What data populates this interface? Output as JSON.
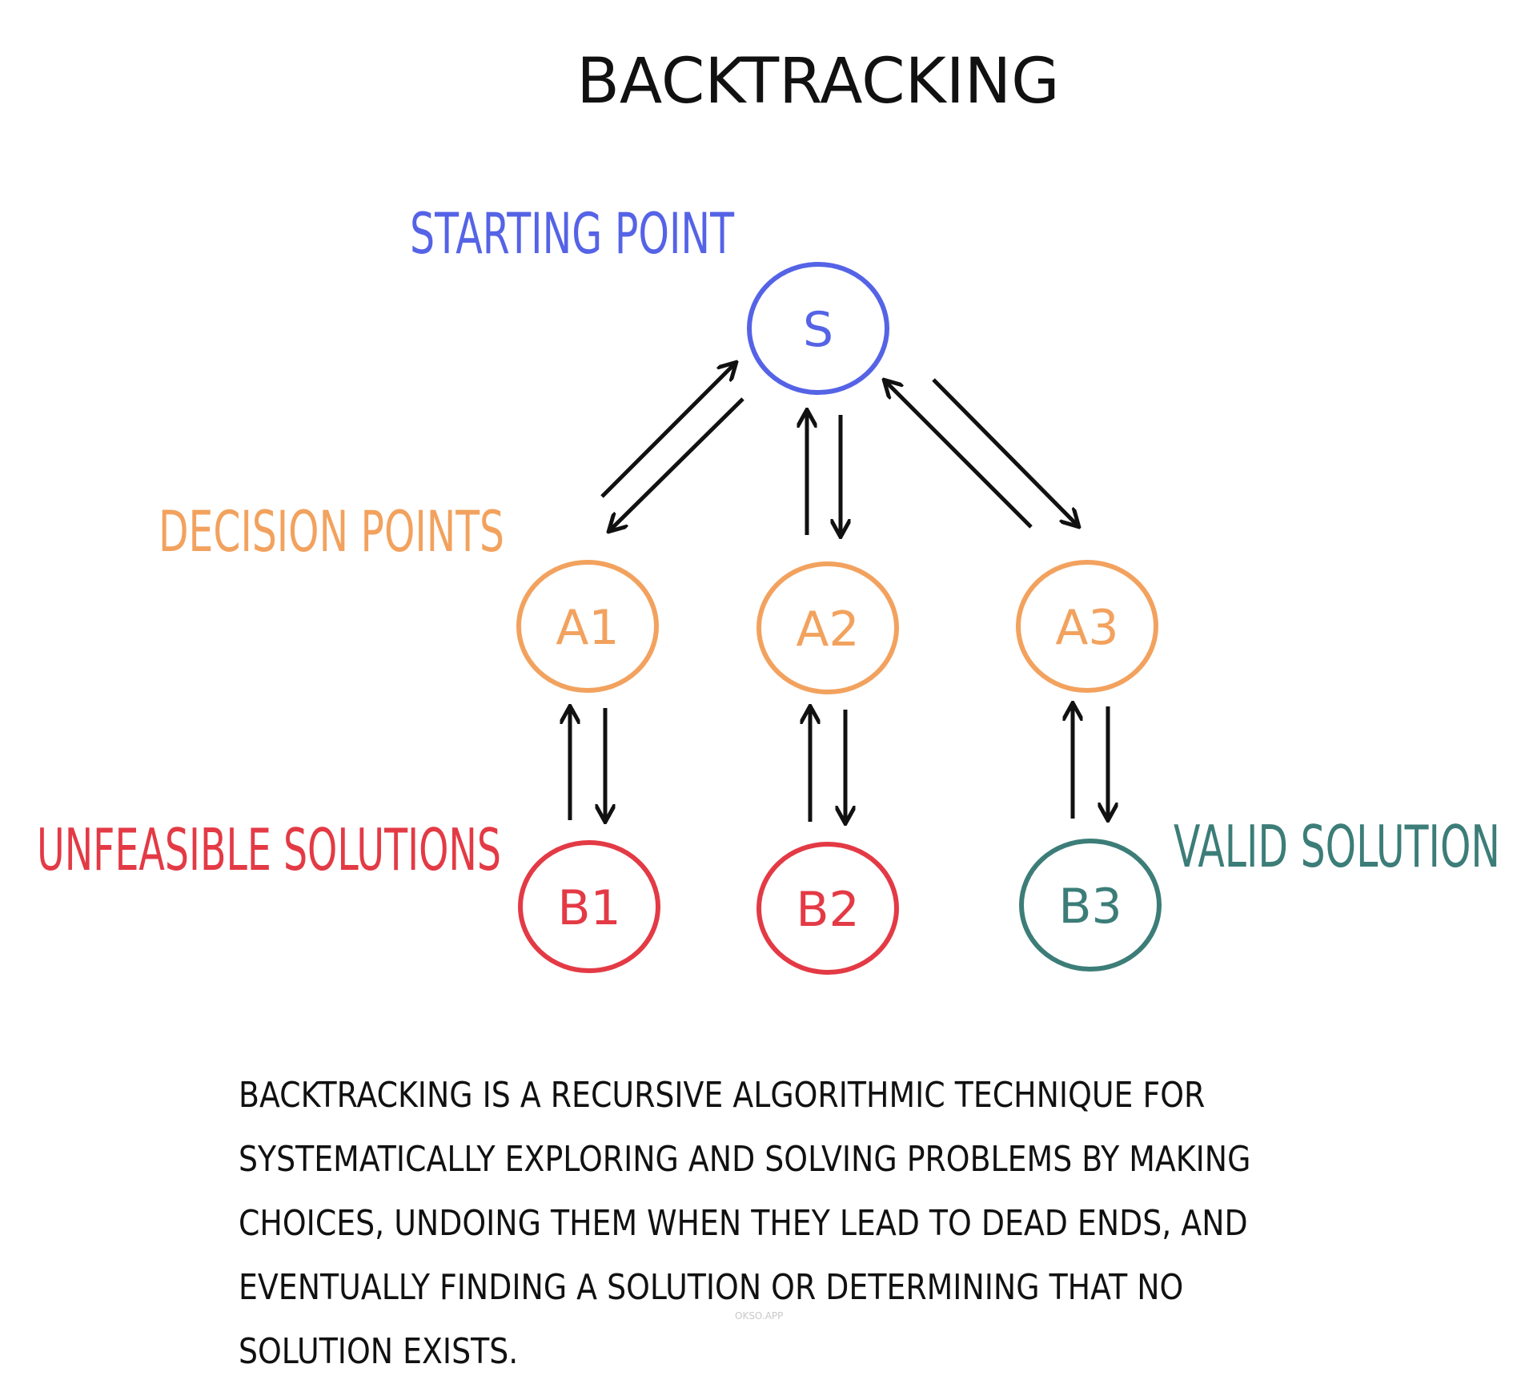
{
  "title": "BACKTRACKING",
  "labels": {
    "starting_point": "STARTING POINT",
    "decision_points": "DECISION POINTS",
    "unfeasible_solutions": "UNFEASIBLE SOLUTIONS",
    "valid_solution": "VALID SOLUTION"
  },
  "nodes": {
    "s": "S",
    "a1": "A1",
    "a2": "A2",
    "a3": "A3",
    "b1": "B1",
    "b2": "B2",
    "b3": "B3"
  },
  "colors": {
    "start": "#5563E6",
    "decision": "#F2A25E",
    "unfeasible": "#E33A45",
    "valid": "#3C7D78",
    "arrows": "#111111",
    "text": "#111111"
  },
  "description": "Backtracking is a recursive algorithmic technique for systematically exploring and solving problems by making choices, undoing them when they lead to dead ends, and eventually finding a solution or determining that no solution exists.",
  "watermark": "OKSO.APP"
}
